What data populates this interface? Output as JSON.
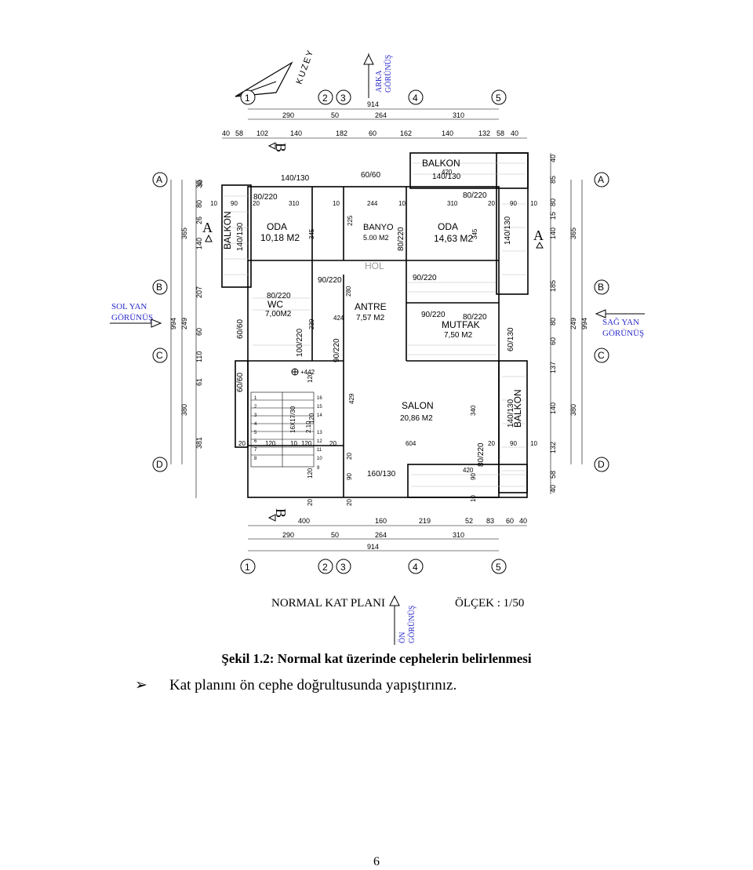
{
  "plan": {
    "north": "KUZEY",
    "back_view": [
      "ARKA",
      "GÖRÜNÜŞ"
    ],
    "front_view": [
      "ÖN",
      "GÖRÜNÜŞ"
    ],
    "left_view": [
      "SOL YAN",
      "GÖRÜNÜŞ"
    ],
    "right_view": [
      "SAĞ YAN",
      "GÖRÜNÜŞ"
    ],
    "axes_numbers": [
      "1",
      "2",
      "3",
      "4",
      "5"
    ],
    "axes_letters": [
      "A",
      "B",
      "C",
      "D"
    ],
    "section_marks": [
      "A",
      "B"
    ],
    "title": "NORMAL KAT PLANI",
    "scale": "ÖLÇEK : 1/50",
    "rooms": [
      {
        "name": "ODA",
        "area": "10,18 M2"
      },
      {
        "name": "BANYO",
        "area": "5.00 M2"
      },
      {
        "name": "ODA",
        "area": "14,63 M2"
      },
      {
        "name": "WC",
        "area": "7,00M2"
      },
      {
        "name": "ANTRE",
        "area": "7,57 M2"
      },
      {
        "name": "MUTFAK",
        "area": "7,50 M2"
      },
      {
        "name": "SALON",
        "area": "20,86 M2"
      },
      {
        "name": "BALKON",
        "area": ""
      },
      {
        "name": "BALKON",
        "area": ""
      },
      {
        "name": "BALKON",
        "area": ""
      },
      {
        "name": "HOL",
        "area": ""
      }
    ],
    "openings": [
      "140/130",
      "60/60",
      "140/130",
      "80/220",
      "80/220",
      "80/220",
      "140/130",
      "140/130",
      "90/220",
      "90/220",
      "80/220",
      "90/220",
      "100/220",
      "90/220",
      "60/60",
      "60/60",
      "80/220",
      "60/130",
      "140/130",
      "80/220",
      "160/130"
    ],
    "top_dims_1": [
      "290",
      "50",
      "264",
      "310"
    ],
    "top_total": "914",
    "top_dims_2": [
      "40",
      "58",
      "102",
      "140",
      "182",
      "60",
      "162",
      "140",
      "132",
      "58",
      "40"
    ],
    "bottom_dims_1": [
      "400",
      "160",
      "219",
      "52",
      "83",
      "60",
      "40"
    ],
    "bottom_dims_2": [
      "290",
      "50",
      "264",
      "310"
    ],
    "bottom_total": "914",
    "left_dims_outer": [
      "365",
      "249",
      "380"
    ],
    "left_total": "994",
    "left_dims_inner": [
      "140",
      "26",
      "80",
      "30",
      "207",
      "60",
      "110",
      "61",
      "381"
    ],
    "right_dims_outer": [
      "365",
      "249",
      "380"
    ],
    "right_total": "994",
    "right_dims_inner": [
      "40",
      "85",
      "80",
      "15",
      "140",
      "185",
      "80",
      "60",
      "137",
      "140",
      "132",
      "58",
      "40"
    ],
    "inner_dims": [
      "10",
      "90",
      "20",
      "310",
      "10",
      "244",
      "10",
      "310",
      "20",
      "90",
      "10",
      "20",
      "120",
      "10",
      "120",
      "20",
      "604",
      "20",
      "90",
      "10",
      "345",
      "345",
      "424",
      "429",
      "340",
      "280",
      "239",
      "225",
      "120",
      "120",
      "120",
      "20",
      "20",
      "90",
      "420",
      "420",
      "10",
      "90",
      "20",
      "30"
    ],
    "stair_label": "16X17/30",
    "stair_dim": "2.10",
    "level": "+442",
    "stair_steps": [
      "1",
      "2",
      "3",
      "4",
      "5",
      "6",
      "7",
      "8",
      "9",
      "10",
      "11",
      "12",
      "13",
      "14",
      "15",
      "16"
    ]
  },
  "caption": "Şekil 1.2: Normal kat üzerinde cephelerin belirlenmesi",
  "instruction": "Kat planını ön cephe doğrultusunda yapıştırınız.",
  "bullet": "➢",
  "page_number": "6"
}
